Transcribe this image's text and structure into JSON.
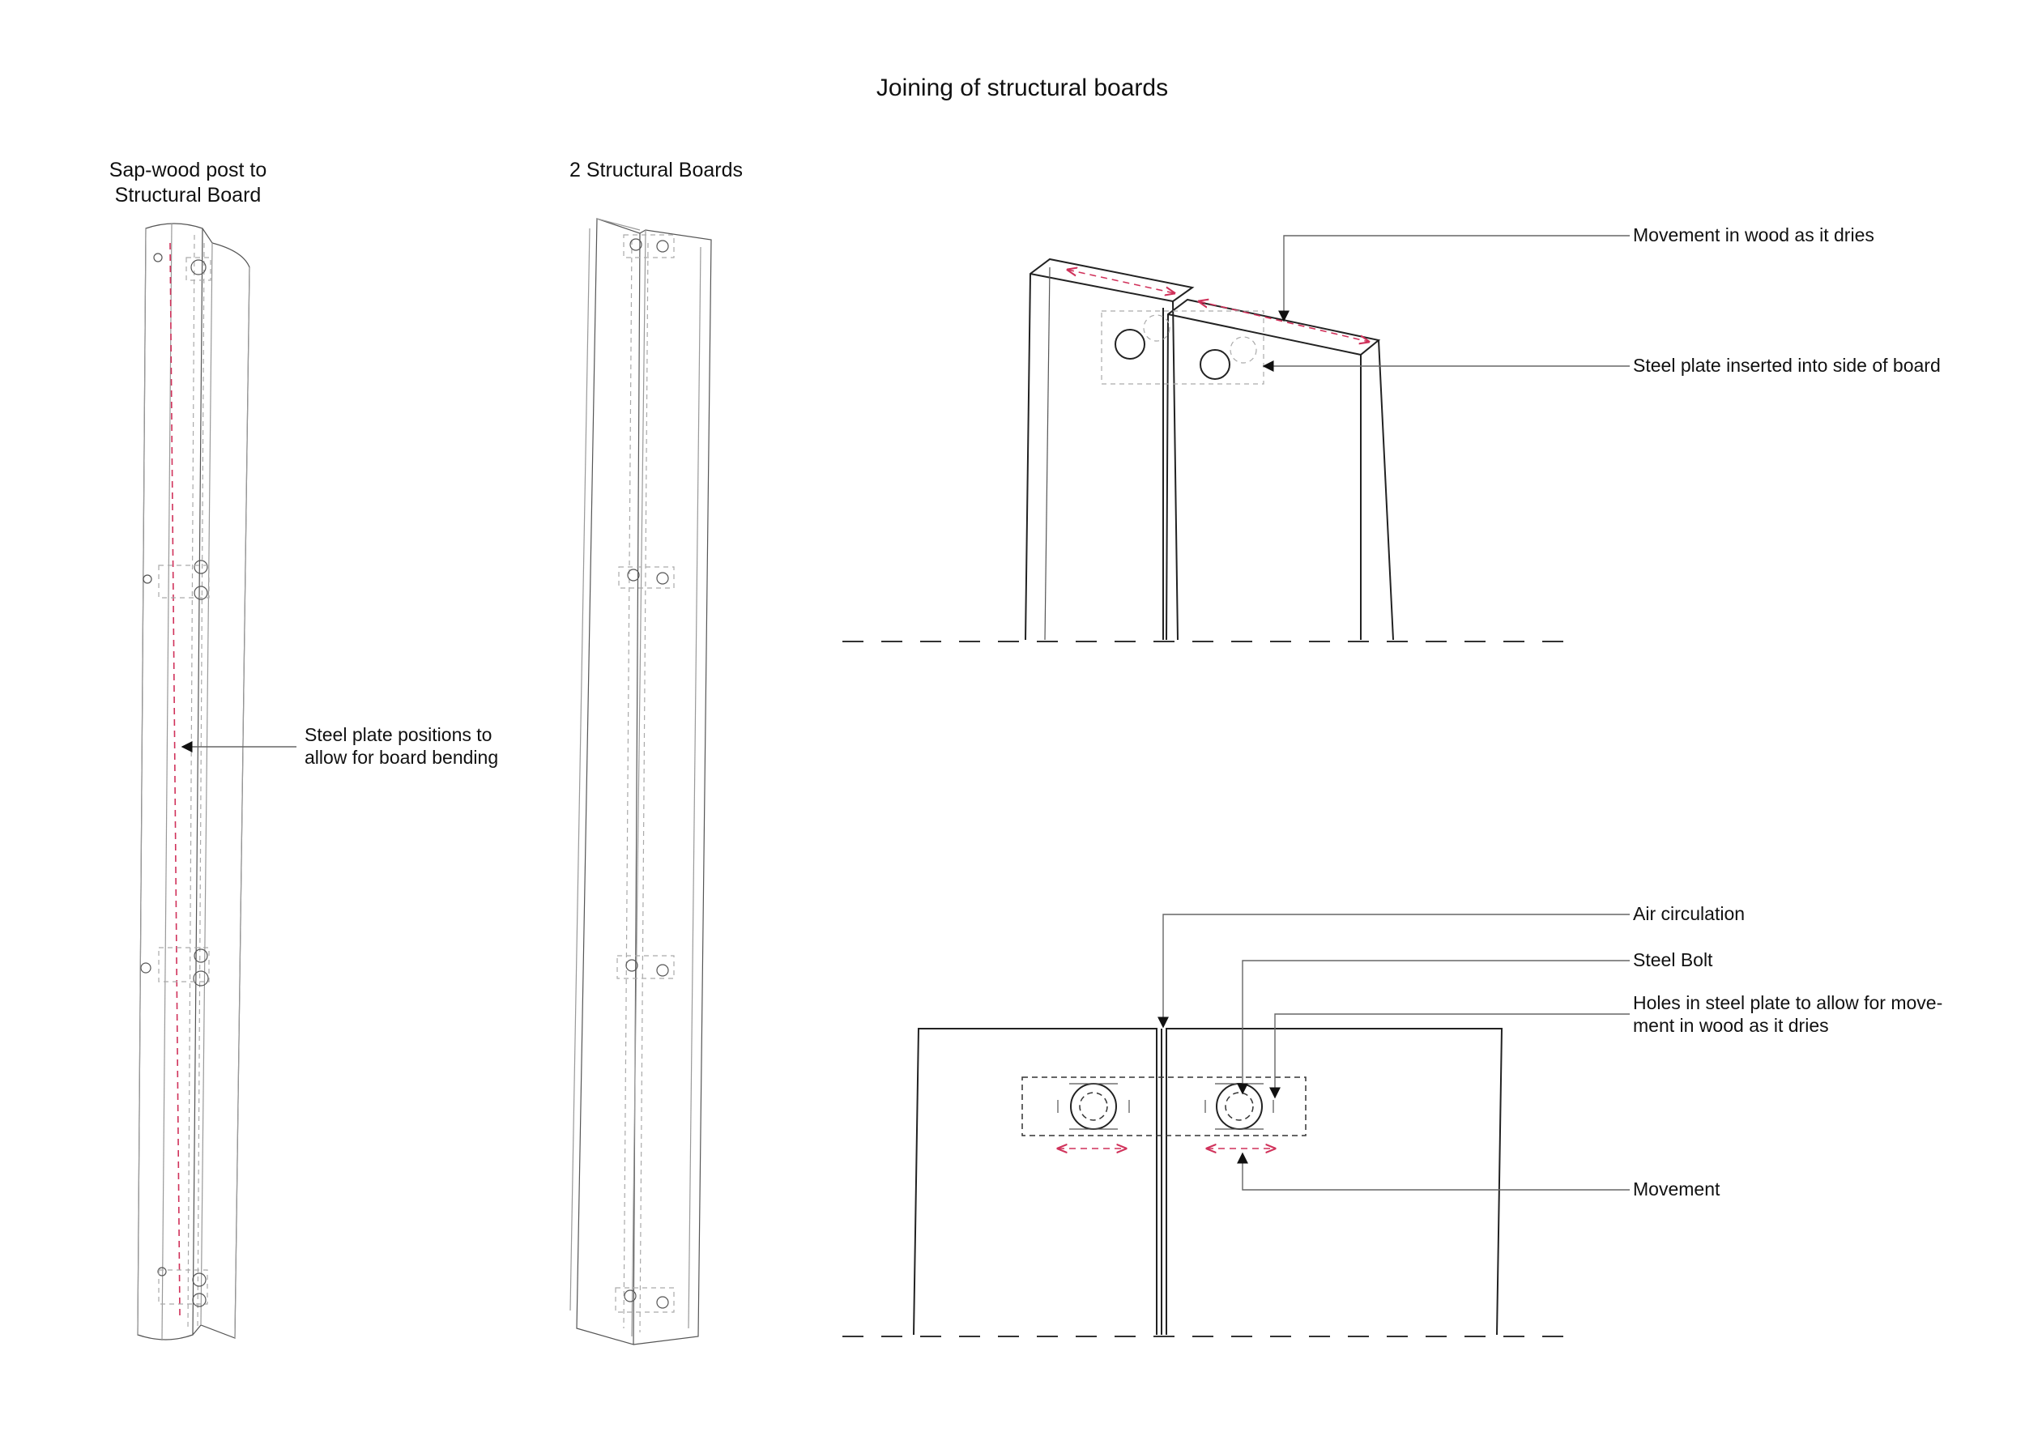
{
  "title": "Joining of structural boards",
  "left_view": {
    "heading_line1": "Sap-wood post to",
    "heading_line2": "Structural Board",
    "callout_line1": "Steel plate positions to",
    "callout_line2": "allow for board bending"
  },
  "middle_view": {
    "heading": "2 Structural Boards"
  },
  "upper_detail": {
    "callout_movement": "Movement in wood as it dries",
    "callout_steel_plate": "Steel plate inserted into side of board"
  },
  "lower_detail": {
    "callout_air": "Air circulation",
    "callout_bolt": "Steel Bolt",
    "callout_holes_line1": "Holes in steel plate to allow for move-",
    "callout_holes_line2": "ment in wood as it dries",
    "callout_movement": "Movement"
  },
  "colors": {
    "accent_red": "#d0315a",
    "line": "#222222"
  }
}
